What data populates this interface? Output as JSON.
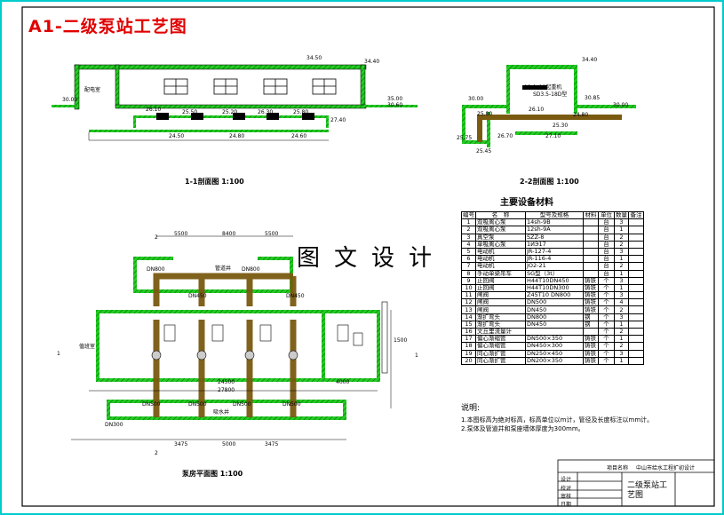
{
  "title": "A1-二级泵站工艺图",
  "watermark": "图文设计",
  "section1": {
    "caption": "1-1剖面图 1:100",
    "room_label": "配电室",
    "elevations": [
      "34.40",
      "34.50",
      "35.00",
      "30.00",
      "30.60",
      "26.10",
      "25.50",
      "25.20",
      "26.30",
      "25.80",
      "27.40",
      "24.50",
      "24.80",
      "24.60"
    ]
  },
  "section2": {
    "caption": "2-2剖面图 1:100",
    "elevations": [
      "34.40",
      "30.00",
      "30.85",
      "30.00",
      "26.10",
      "25.80",
      "24.80",
      "25.30",
      "26.70",
      "27.10",
      "25.45",
      "25.75"
    ],
    "note_a": "12sh-19起重机",
    "note_b": "SD3.5-18D型"
  },
  "plan": {
    "caption": "泵房平面图 1:100",
    "dims_top": [
      "5500",
      "8400",
      "5500"
    ],
    "dims_bottom": [
      "3475",
      "5000",
      "3475"
    ],
    "dim_total": "27800",
    "dim_inner": "24500",
    "dim_side": [
      "4000",
      "1500"
    ],
    "pipe_labels": [
      "DN800",
      "DN800",
      "DN450",
      "DN450",
      "DN500",
      "DN500",
      "DN500",
      "DN500",
      "DN300"
    ],
    "room_labels": [
      "管道井",
      "吸水井",
      "值班室"
    ],
    "marks": [
      "1",
      "1",
      "2",
      "2"
    ]
  },
  "table": {
    "title": "主要设备材料",
    "headers": [
      "编号",
      "名　称",
      "型号及规格",
      "材料",
      "单位",
      "数量",
      "备注"
    ],
    "rows": [
      [
        "1",
        "双吸离心泵",
        "14sh-9B",
        "",
        "台",
        "3",
        ""
      ],
      [
        "2",
        "双吸离心泵",
        "12sh-9A",
        "",
        "台",
        "1",
        ""
      ],
      [
        "3",
        "真空泵",
        "SZZ-8",
        "",
        "台",
        "2",
        ""
      ],
      [
        "4",
        "单吸离心泵",
        "1ИЭ17",
        "",
        "台",
        "2",
        ""
      ],
      [
        "5",
        "电动机",
        "JR-127-4",
        "",
        "台",
        "3",
        ""
      ],
      [
        "6",
        "电动机",
        "JR-116-4",
        "",
        "台",
        "1",
        ""
      ],
      [
        "7",
        "电动机",
        "JO2-21",
        "",
        "台",
        "2",
        ""
      ],
      [
        "8",
        "手动单梁吊车",
        "SG型（3t）",
        "",
        "台",
        "1",
        ""
      ],
      [
        "9",
        "止回阀",
        "H44T10DN450",
        "铸铁",
        "个",
        "3",
        ""
      ],
      [
        "10",
        "止回阀",
        "H44T10DN300",
        "铸铁",
        "个",
        "1",
        ""
      ],
      [
        "11",
        "闸阀",
        "Z45T10 DN800",
        "铸铁",
        "个",
        "3",
        ""
      ],
      [
        "12",
        "闸阀",
        "DN500",
        "铸铁",
        "个",
        "4",
        ""
      ],
      [
        "13",
        "闸阀",
        "DN450",
        "铸铁",
        "个",
        "2",
        ""
      ],
      [
        "14",
        "渐扩弯头",
        "DN800",
        "钢",
        "个",
        "3",
        ""
      ],
      [
        "15",
        "渐扩弯头",
        "DN450",
        "钢",
        "个",
        "1",
        ""
      ],
      [
        "16",
        "文丘里流量计",
        "",
        "",
        "个",
        "2",
        ""
      ],
      [
        "17",
        "偏心渐缩管",
        "DN500×350",
        "铸铁",
        "个",
        "1",
        ""
      ],
      [
        "18",
        "偏心渐缩管",
        "DN450×300",
        "铸铁",
        "个",
        "2",
        ""
      ],
      [
        "19",
        "同心渐扩管",
        "DN250×450",
        "铸铁",
        "个",
        "3",
        ""
      ],
      [
        "20",
        "同心渐扩管",
        "DN200×350",
        "铸铁",
        "个",
        "1",
        ""
      ]
    ]
  },
  "notes": {
    "heading": "说明:",
    "lines": [
      "1.本图标高为绝对标高，标高单位以m计，管径及长度标注以mm计。",
      "2.泵体及管道井和泵座墙体厚度为300mm。"
    ]
  },
  "title_block": {
    "project_label": "项目名称",
    "project": "中山市给水工程扩初设计",
    "drawing_name": "二级泵站工艺图",
    "r1": "设计",
    "r2": "校对",
    "r3": "审核",
    "r4": "日期"
  },
  "colors": {
    "wall": "#22cc22",
    "pipe": "#7a5a10",
    "border": "#000000",
    "accent": "#00cccc",
    "title": "#e00000"
  }
}
